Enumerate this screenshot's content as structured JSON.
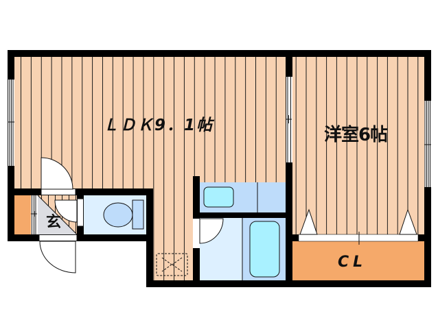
{
  "floor_plan": {
    "rooms": {
      "ldk": {
        "label": "ＬＤＫ9．1帖",
        "floor": "wood-flooring"
      },
      "western_room": {
        "label": "洋室6帖",
        "floor": "wood-flooring"
      },
      "closet": {
        "label": "CL"
      },
      "entrance": {
        "label": "玄"
      },
      "toilet": {
        "fixture_icon": "toilet-icon"
      },
      "kitchen": {
        "fixture_icon": "kitchen-sink-icon"
      },
      "washroom": {
        "fixture_icon": "washroom-floor"
      },
      "bathroom": {
        "fixture_icon": "bathtub-icon"
      },
      "laundry_space": {
        "fixture_icon": "washing-machine-space-icon"
      },
      "shoe_cabinet": {
        "fixture_icon": "shoe-cabinet-icon"
      }
    },
    "windows": [
      "ldk-west-window",
      "interior-window",
      "western-room-east-window"
    ],
    "doors": [
      "ldk-door",
      "toilet-door",
      "entrance-door",
      "washroom-door",
      "closet-sliding-doors"
    ]
  },
  "colors": {
    "wall": "#000000",
    "wood_floor": "#F8D2B2",
    "closet": "#F5A96A",
    "wet_area_light": "#DDF0FF",
    "wet_area_mid": "#BEDCFA",
    "fixture_cyan": "#A9F1FF",
    "entrance_tile": "#DCDDE2",
    "background": "#FFFFFF"
  }
}
